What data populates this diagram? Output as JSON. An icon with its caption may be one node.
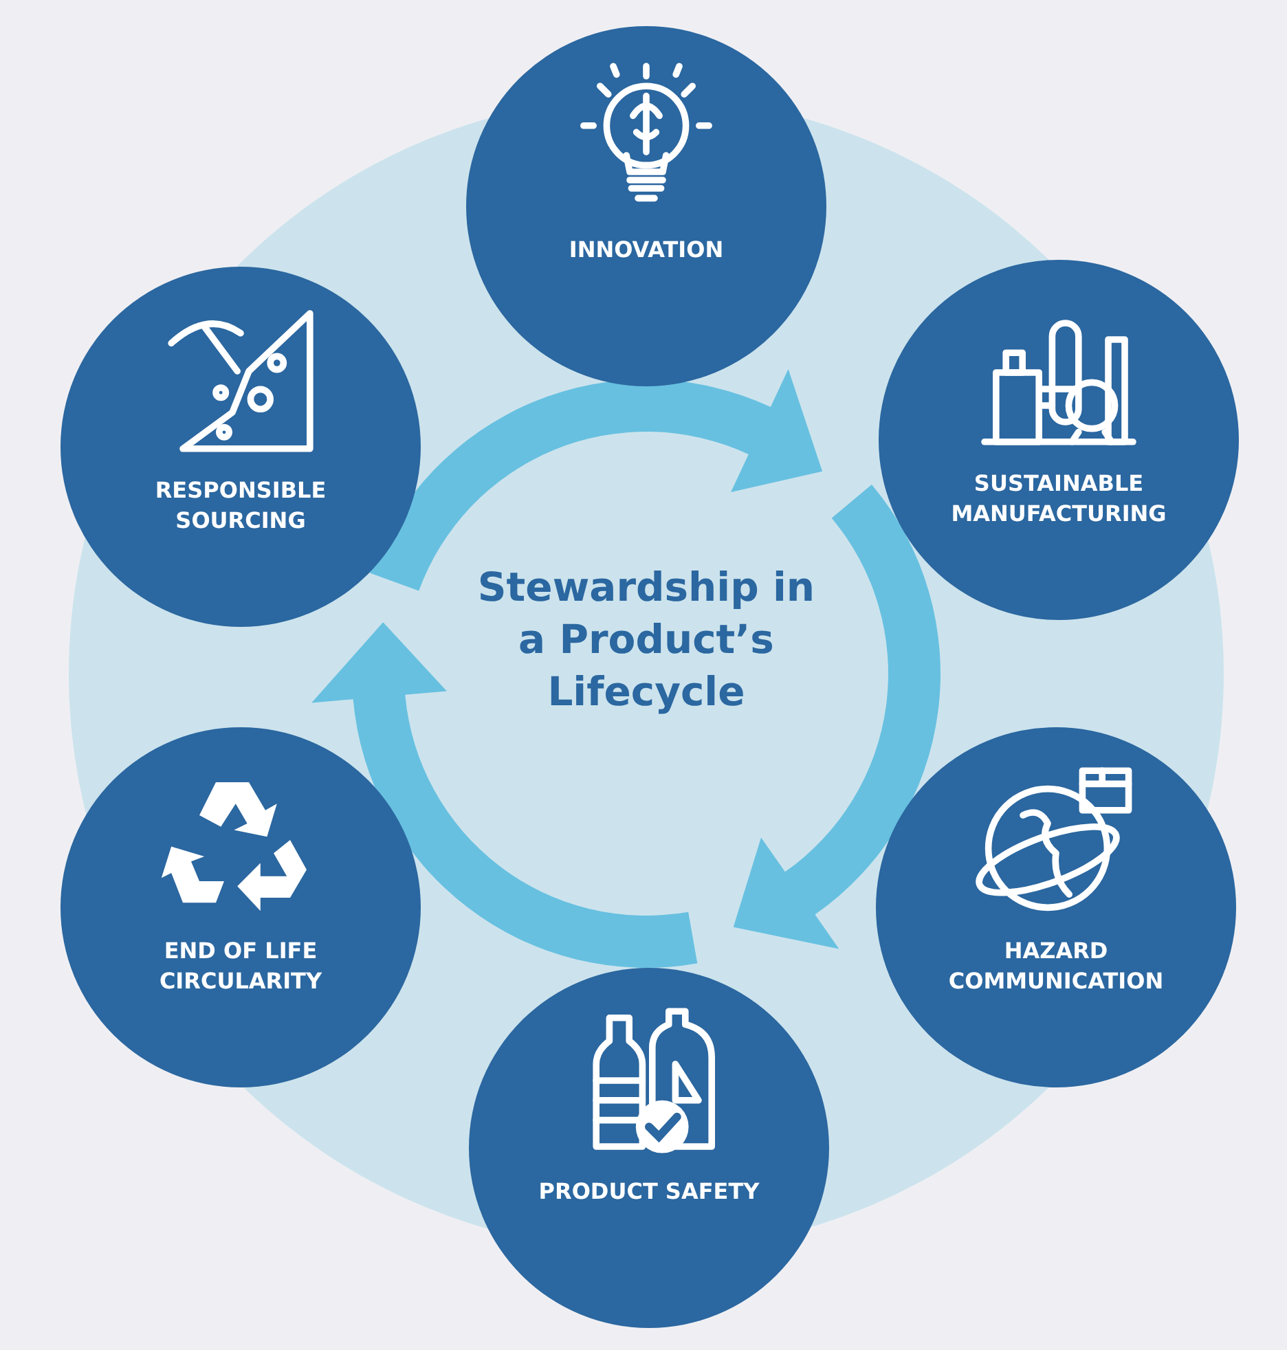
{
  "diagram": {
    "nodes": [
      {
        "text": [
          "Stewardship in a Product’s Lifecycle"
        ]
      },
      {
        "text": [
          "INNOVATION"
        ]
      },
      {
        "text": [
          "RESPONSIBLE SOURCING"
        ]
      },
      {
        "text": [
          "SUSTAINABLE MANUFACTURING"
        ]
      },
      {
        "text": [
          "END OF LIFE CIRCULARITY"
        ]
      },
      {
        "text": [
          "HAZARD COMMUNICATION"
        ]
      },
      {
        "text": [
          "PRODUCT SAFETY"
        ]
      }
    ],
    "edges": []
  }
}
